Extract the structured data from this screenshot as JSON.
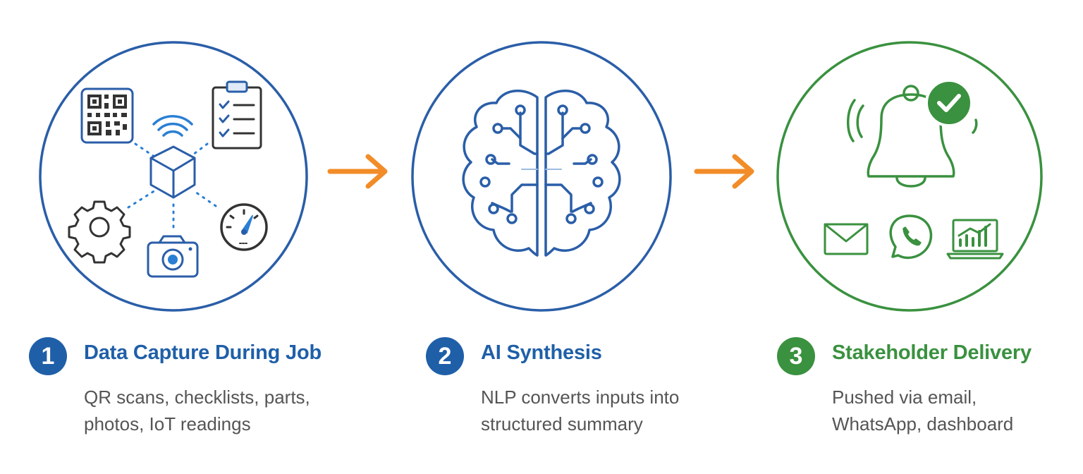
{
  "steps": [
    {
      "number": "1",
      "title": "Data Capture During Job",
      "description_lines": [
        "QR scans, checklists, parts,",
        "photos, IoT readings"
      ],
      "color": "#1f5fa8",
      "icons": [
        "qr-code-icon",
        "clipboard-checklist-icon",
        "iot-cube-icon",
        "wifi-signal-icon",
        "gear-icon",
        "camera-icon",
        "gauge-icon"
      ]
    },
    {
      "number": "2",
      "title": "AI Synthesis",
      "description_lines": [
        "NLP converts inputs into",
        "structured summary"
      ],
      "color": "#1f5fa8",
      "icons": [
        "brain-circuit-icon"
      ]
    },
    {
      "number": "3",
      "title": "Stakeholder Delivery",
      "description_lines": [
        "Pushed via email,",
        "WhatsApp, dashboard"
      ],
      "color": "#3a913f",
      "icons": [
        "bell-icon",
        "check-badge-icon",
        "email-icon",
        "whatsapp-icon",
        "dashboard-laptop-icon"
      ]
    }
  ],
  "connector_color": "#f28c28",
  "connectors": [
    "arrow-right-icon",
    "arrow-right-icon"
  ]
}
